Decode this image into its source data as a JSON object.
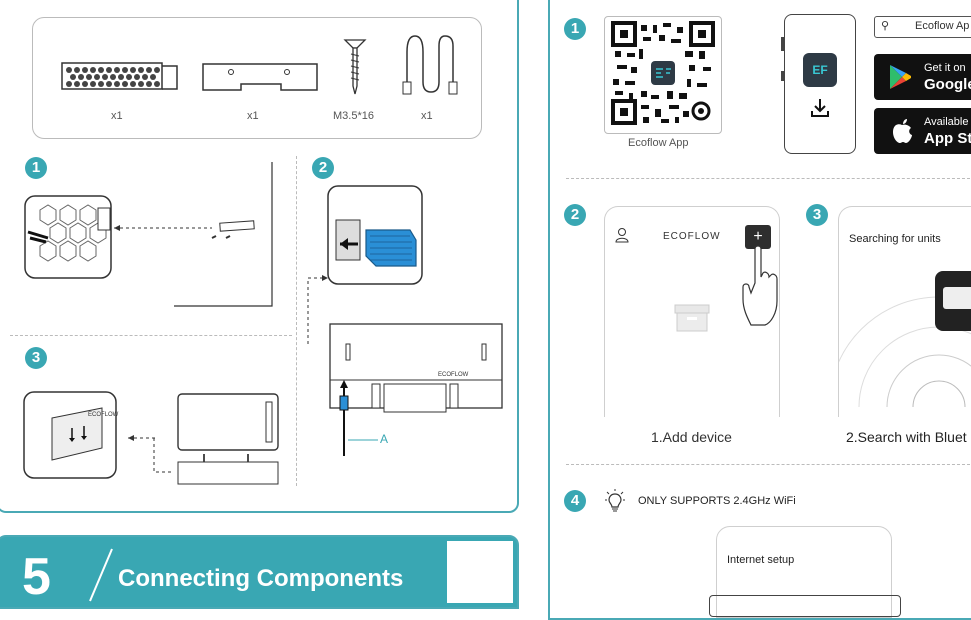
{
  "left": {
    "parts": [
      {
        "label": "x1"
      },
      {
        "label": "x1"
      },
      {
        "label": "M3.5*16"
      },
      {
        "label": "x1"
      }
    ],
    "steps": [
      "1",
      "2",
      "3"
    ],
    "cable_callout": "A",
    "brand_mark": "ECOFLOW"
  },
  "section5": {
    "number": "5",
    "title": "Connecting Components"
  },
  "right": {
    "steps": [
      "1",
      "2",
      "3",
      "4"
    ],
    "qr_caption": "Ecoflow App",
    "search_text": "Ecoflow Ap",
    "google_play": {
      "line1": "Get it on",
      "line2": "Google"
    },
    "app_store": {
      "line1": "Available",
      "line2": "App St"
    },
    "app_logo_text": "EF",
    "add_device": {
      "brand": "ECOFLOW",
      "plus": "+",
      "caption": "1.Add device"
    },
    "search_units": {
      "title": "Searching for units",
      "caption": "2.Search with Bluet"
    },
    "wifi_note": "ONLY SUPPORTS 2.4GHz WiFi",
    "internet_setup": "Internet setup"
  },
  "colors": {
    "accent": "#39a7b3",
    "border": "#4aa9b5",
    "device_blue": "#2a8fd6"
  }
}
